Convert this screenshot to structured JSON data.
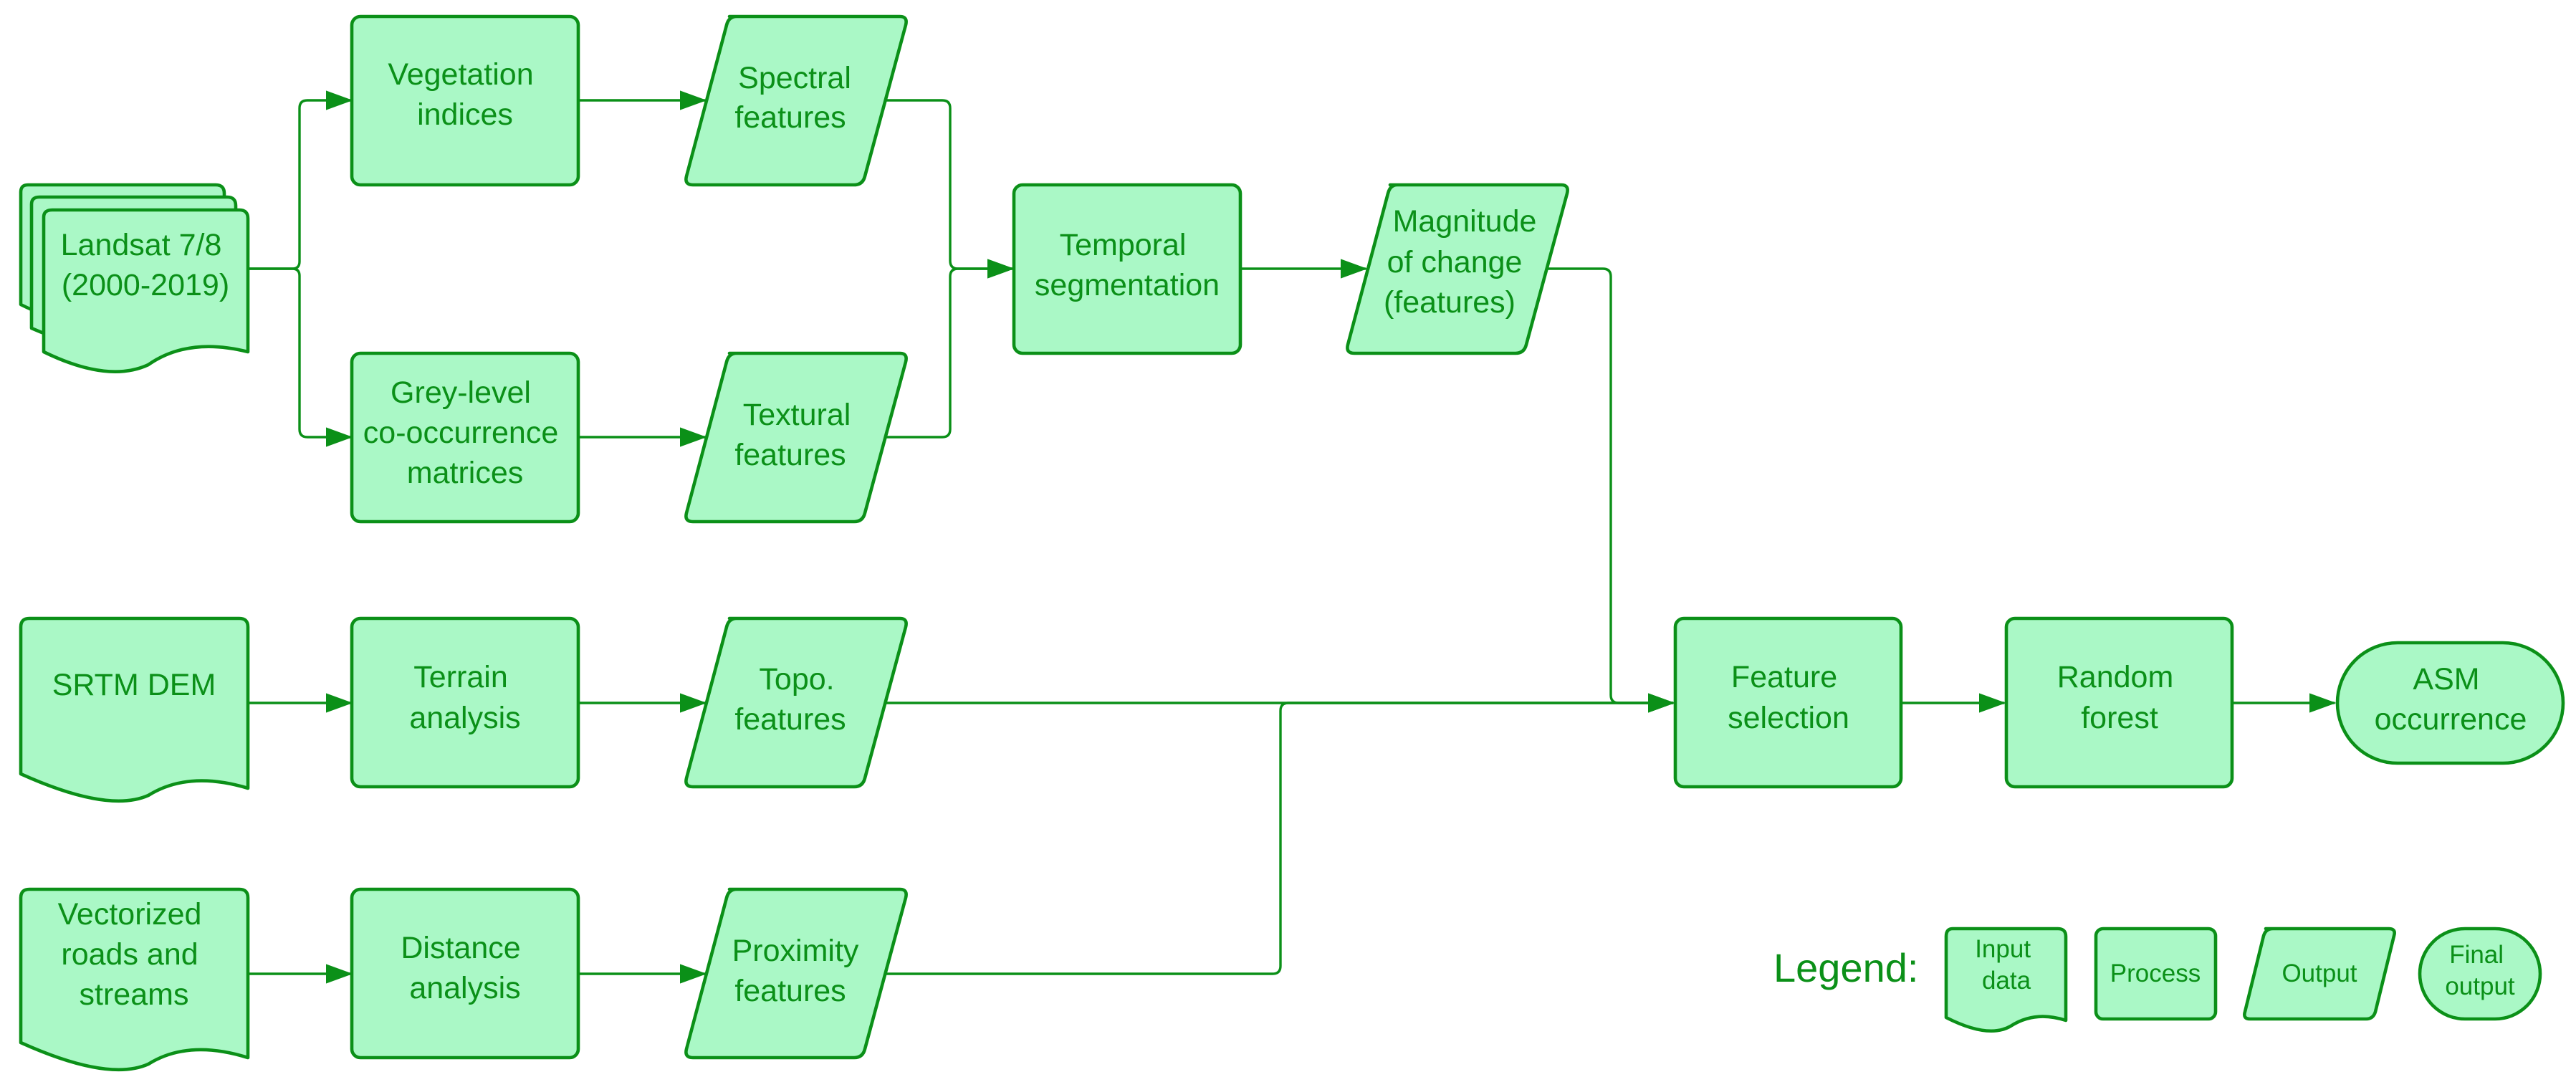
{
  "nodes": {
    "landsat": [
      "Landsat 7/8",
      "(2000-2019)"
    ],
    "vegetation": [
      "Vegetation",
      "indices"
    ],
    "spectral": [
      "Spectral",
      "features"
    ],
    "glcm": [
      "Grey-level",
      "co-occurrence",
      "matrices"
    ],
    "textural": [
      "Textural",
      "features"
    ],
    "temporal": [
      "Temporal",
      "segmentation"
    ],
    "magnitude": [
      "Magnitude",
      "of change",
      "(features)"
    ],
    "srtm": [
      "SRTM DEM"
    ],
    "terrain": [
      "Terrain",
      "analysis"
    ],
    "topo": [
      "Topo.",
      "features"
    ],
    "vectorized": [
      "Vectorized",
      "roads and",
      "streams"
    ],
    "distance": [
      "Distance",
      "analysis"
    ],
    "proximity": [
      "Proximity",
      "features"
    ],
    "feature_selection": [
      "Feature",
      "selection"
    ],
    "random_forest": [
      "Random",
      "forest"
    ],
    "asm": [
      "ASM",
      "occurrence"
    ]
  },
  "legend": {
    "title": "Legend:",
    "input": [
      "Input",
      "data"
    ],
    "process": [
      "Process"
    ],
    "output": [
      "Output"
    ],
    "final": [
      "Final",
      "output"
    ]
  },
  "colors": {
    "fill": "#aaf8c6",
    "stroke": "#0b9018"
  }
}
